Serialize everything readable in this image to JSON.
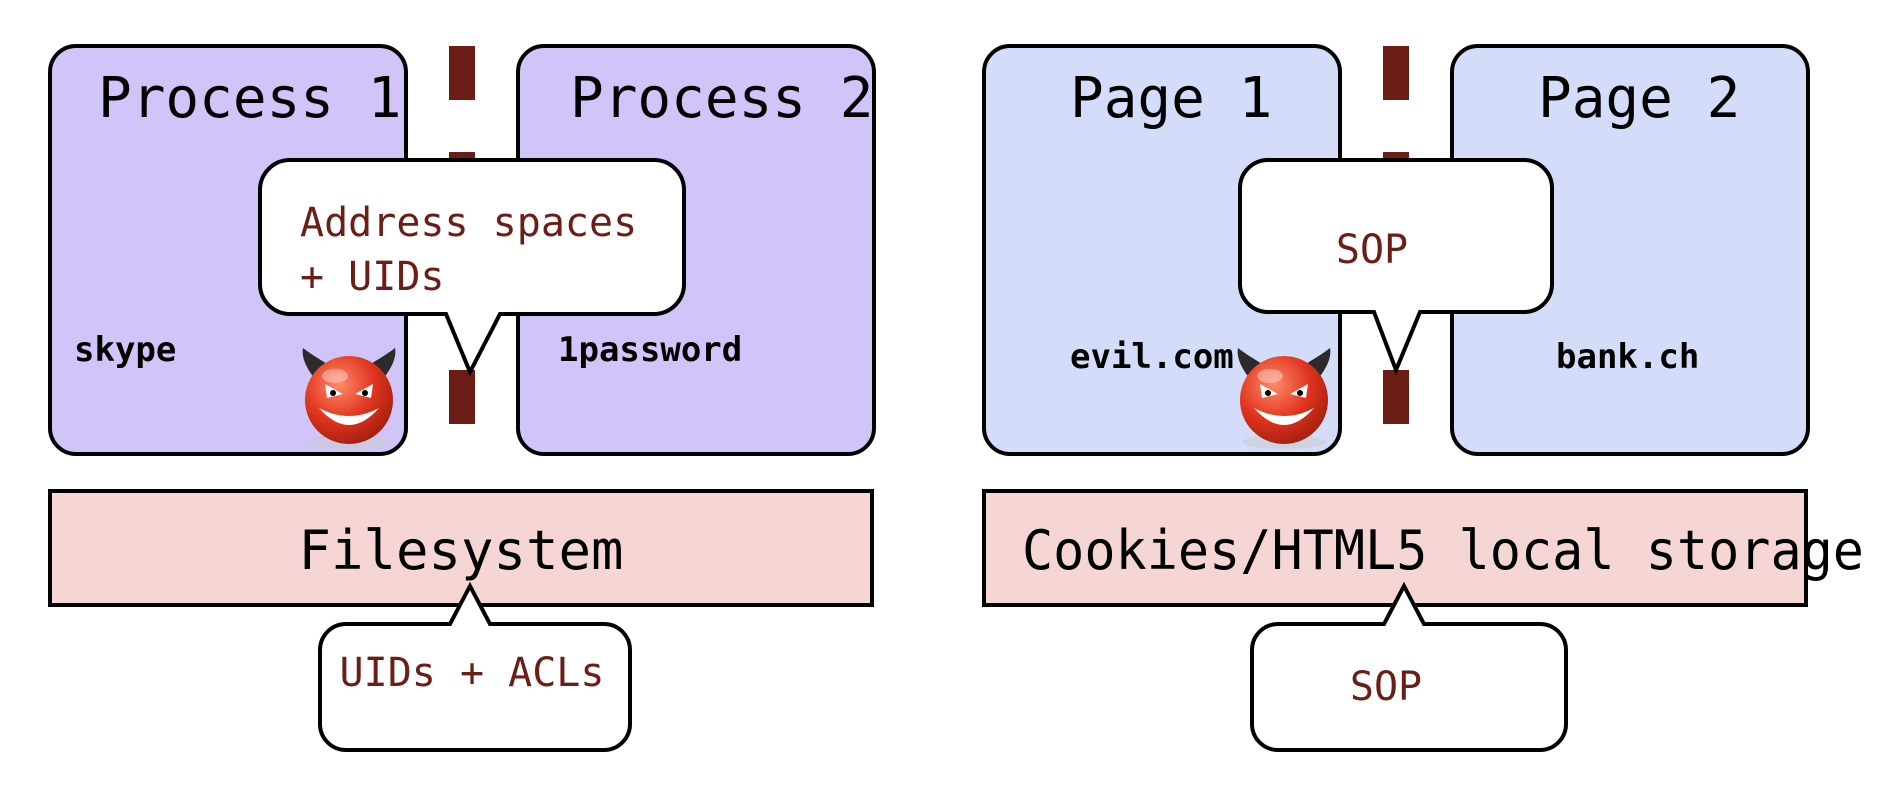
{
  "left": {
    "process1": {
      "title": "Process 1",
      "label": "skype"
    },
    "process2": {
      "title": "Process 2",
      "label": "1password"
    },
    "storage": "Filesystem",
    "isolation_callout": [
      "Address spaces",
      "+ UIDs"
    ],
    "storage_callout": "UIDs + ACLs"
  },
  "right": {
    "page1": {
      "title": "Page 1",
      "label": "evil.com"
    },
    "page2": {
      "title": "Page 2",
      "label": "bank.ch"
    },
    "storage": "Cookies/HTML5 local storage",
    "isolation_callout": "SOP",
    "storage_callout": "SOP"
  },
  "icons": [
    "devil-icon"
  ],
  "colors": {
    "process_box": "#d1c4f9",
    "page_box": "#d3ddfa",
    "storage_box": "#f6d5d5",
    "barrier": "#6b1d16",
    "callout_text": "#6b1d16"
  }
}
